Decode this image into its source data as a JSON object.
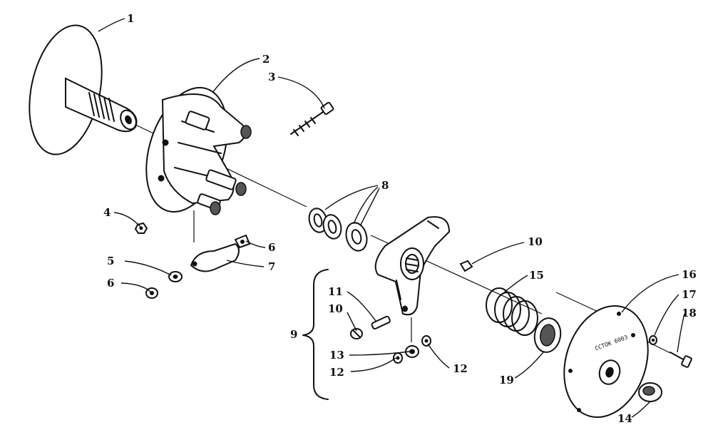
{
  "diagram": {
    "callouts": [
      {
        "id": "c1",
        "text": "1"
      },
      {
        "id": "c2",
        "text": "2"
      },
      {
        "id": "c3",
        "text": "3"
      },
      {
        "id": "c4",
        "text": "4"
      },
      {
        "id": "c5",
        "text": "5"
      },
      {
        "id": "c6a",
        "text": "6"
      },
      {
        "id": "c6b",
        "text": "6"
      },
      {
        "id": "c7",
        "text": "7"
      },
      {
        "id": "c8",
        "text": "8"
      },
      {
        "id": "c9",
        "text": "9"
      },
      {
        "id": "c10a",
        "text": "10"
      },
      {
        "id": "c10b",
        "text": "10"
      },
      {
        "id": "c11",
        "text": "11"
      },
      {
        "id": "c12a",
        "text": "12"
      },
      {
        "id": "c12b",
        "text": "12"
      },
      {
        "id": "c13",
        "text": "13"
      },
      {
        "id": "c14",
        "text": "14"
      },
      {
        "id": "c15",
        "text": "15"
      },
      {
        "id": "c16",
        "text": "16"
      },
      {
        "id": "c17",
        "text": "17"
      },
      {
        "id": "c18",
        "text": "18"
      },
      {
        "id": "c19",
        "text": "19"
      }
    ],
    "cover_stamp": "CCTOK 6003"
  }
}
